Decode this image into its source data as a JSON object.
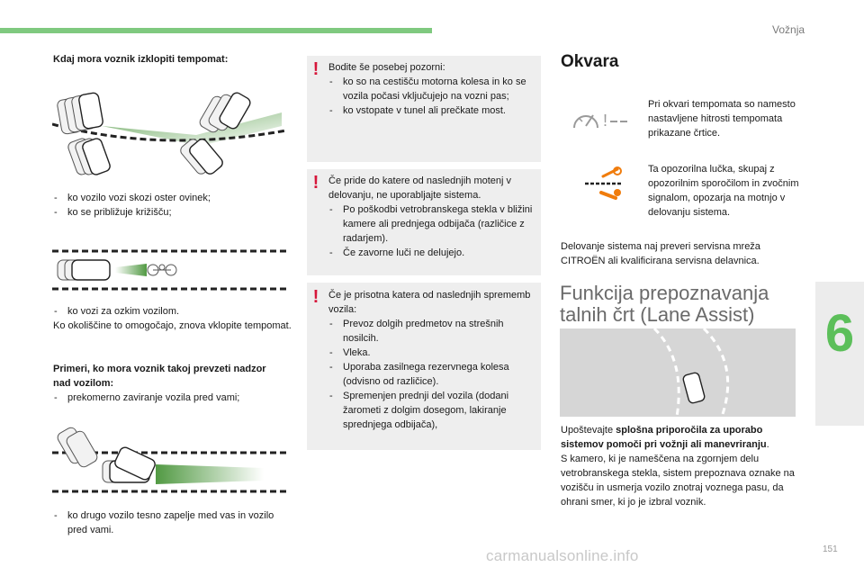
{
  "header": {
    "section": "Vožnja",
    "accent": "#7fc97f"
  },
  "chapter": "6",
  "page_number": "151",
  "watermark": "carmanualsonline.info",
  "left": {
    "heading1": "Kdaj mora voznik izklopiti tempomat:",
    "items1": [
      "ko vozilo vozi skozi oster ovinek;",
      "ko se približuje križišču;"
    ],
    "item2": "ko vozi za ozkim vozilom.",
    "para2": "Ko okoliščine to omogočajo, znova vklopite tempomat.",
    "heading2": "Primeri, ko mora voznik takoj prevzeti nadzor nad vozilom:",
    "item3": "prekomerno zaviranje vozila pred vami;",
    "item4": "ko drugo vozilo tesno zapelje med vas in vozilo pred vami."
  },
  "boxes": [
    {
      "mark": "!",
      "intro": "Bodite še posebej pozorni:",
      "items": [
        "ko so na cestišču motorna kolesa in ko se vozila počasi vključujejo na vozni pas;",
        "ko vstopate v tunel ali prečkate most."
      ]
    },
    {
      "mark": "!",
      "intro": "Če pride do katere od naslednjih motenj v delovanju, ne uporabljajte sistema.",
      "items": [
        "Po poškodbi vetrobranskega stekla v bližini kamere ali prednjega odbijača (različice z radarjem).",
        "Če zavorne luči ne delujejo."
      ]
    },
    {
      "mark": "!",
      "intro": "Če je prisotna katera od naslednjih sprememb vozila:",
      "items": [
        "Prevoz dolgih predmetov na strešnih nosilcih.",
        "Vleka.",
        "Uporaba zasilnega rezervnega kolesa (odvisno od različice).",
        "Spremenjen prednji del vozila (dodani žarometi z dolgim dosegom, lakiranje sprednjega odbijača),"
      ]
    }
  ],
  "right": {
    "okvara_title": "Okvara",
    "okvara_text1": "Pri okvari tempomata so namesto nastavljene hitrosti tempomata prikazane črtice.",
    "okvara_text2": "Ta opozorilna lučka, skupaj z opozorilnim sporočilom in zvočnim signalom, opozarja na motnjo v delovanju sistema.",
    "okvara_text3": "Delovanje sistema naj preveri servisna mreža CITROËN ali kvalificirana servisna delavnica.",
    "lane_title_line1": "Funkcija prepoznavanja",
    "lane_title_line2": "talnih črt (Lane Assist)",
    "lane_p1_pre": "Upoštevajte ",
    "lane_p1_bold": "splošna priporočila za uporabo sistemov pomoči pri vožnji ali manevriranju",
    "lane_p1_post": ".",
    "lane_p2": "S kamero, ki je nameščena na zgornjem delu vetrobranskega stekla, sistem prepoznava oznake na vozišču in usmerja vozilo znotraj voznega pasu, da ohrani smer, ki jo je izbral voznik."
  },
  "colors": {
    "warning_red": "#d6163a",
    "warning_orange": "#f07c0c",
    "chapter_green": "#5cbf5a",
    "box_bg": "#eeeeee"
  }
}
